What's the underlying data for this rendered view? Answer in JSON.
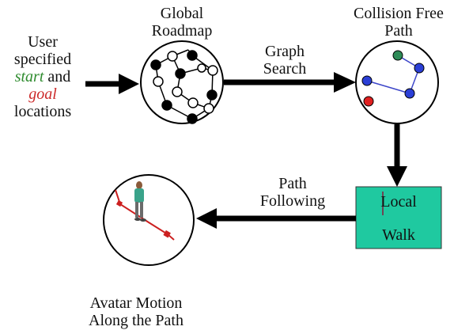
{
  "labels": {
    "user_line1": "User",
    "user_line2": "specified",
    "user_start": "start",
    "user_and": " and",
    "user_goal": "goal",
    "user_line5": "locations",
    "global_line1": "Global",
    "global_line2": "Roadmap",
    "graph_line1": "Graph",
    "graph_line2": "Search",
    "collision_line1": "Collision Free",
    "collision_line2": "Path",
    "path_following_line1": "Path",
    "path_following_line2": "Following",
    "local_line1": "Local",
    "local_line2": "Walk",
    "avatar_line1": "Avatar Motion",
    "avatar_line2": "Along the Path"
  },
  "colors": {
    "start": "#2e8b2e",
    "goal": "#cc2a2a",
    "local_walk_box": "#1fc9a0",
    "path_nodes": "#2b3fd6",
    "path_line": "#3d46c9",
    "avatar_path": "#cc2020"
  }
}
